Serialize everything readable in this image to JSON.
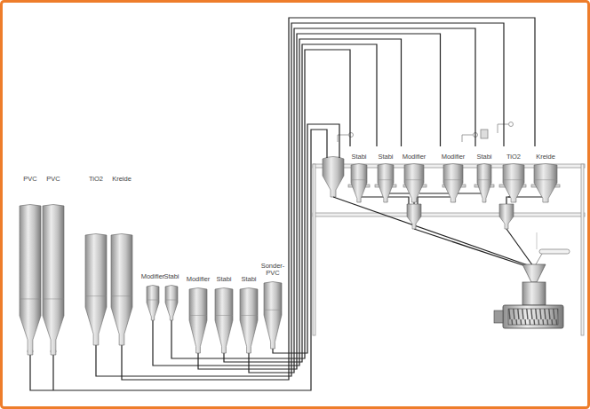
{
  "diagram": {
    "nodes": [
      {
        "text": [
          "Stabi"
        ]
      },
      {
        "text": [
          "Stabi"
        ]
      },
      {
        "text": [
          "Modifier"
        ]
      },
      {
        "text": [
          "Modifier"
        ]
      },
      {
        "text": [
          "Stabi"
        ]
      },
      {
        "text": [
          "TiO2"
        ]
      },
      {
        "text": [
          "Kreide"
        ]
      },
      {
        "text": [
          "PVC"
        ]
      },
      {
        "text": [
          "PVC"
        ]
      },
      {
        "text": [
          "TiO2"
        ]
      },
      {
        "text": [
          "Kreide"
        ]
      },
      {
        "text": [
          "Modifier"
        ]
      },
      {
        "text": [
          "Stabi"
        ]
      },
      {
        "text": [
          "Modifier"
        ]
      },
      {
        "text": [
          "Stabi"
        ]
      },
      {
        "text": [
          "Stabi"
        ]
      },
      {
        "text": [
          "Sonder-PVC"
        ]
      }
    ],
    "edges": [
      {
        "from": 10,
        "to": 6,
        "arrow": "none"
      },
      {
        "from": 9,
        "to": 5,
        "arrow": "none"
      },
      {
        "from": 15,
        "to": 4,
        "arrow": "none"
      },
      {
        "from": 13,
        "to": 3,
        "arrow": "none"
      },
      {
        "from": 11,
        "to": 2,
        "arrow": "none"
      },
      {
        "from": 14,
        "to": 1,
        "arrow": "none"
      },
      {
        "from": 12,
        "to": 0,
        "arrow": "none"
      }
    ]
  }
}
